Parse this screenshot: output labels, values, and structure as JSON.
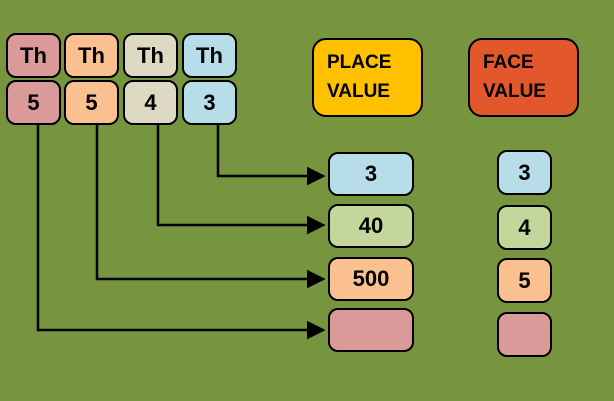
{
  "background": "#77943E",
  "line_color": "#000000",
  "number_columns": [
    {
      "header": "Th",
      "digit": "5",
      "color": "#D99A99"
    },
    {
      "header": "Th",
      "digit": "5",
      "color": "#FAC090"
    },
    {
      "header": "Th",
      "digit": "4",
      "color": "#DDD9C3"
    },
    {
      "header": "Th",
      "digit": "3",
      "color": "#B7DDE8"
    }
  ],
  "place_value": {
    "label_line1": "PLACE",
    "label_line2": "VALUE",
    "header_color": "#FFC000",
    "items": [
      {
        "value": "3",
        "color": "#B7DDE8"
      },
      {
        "value": "40",
        "color": "#C3D69B"
      },
      {
        "value": "500",
        "color": "#FAC090"
      },
      {
        "value": "",
        "color": "#D99A99"
      }
    ]
  },
  "face_value": {
    "label_line1": "FACE",
    "label_line2": "VALUE",
    "header_color": "#E2572B",
    "items": [
      {
        "value": "3",
        "color": "#B7DDE8"
      },
      {
        "value": "4",
        "color": "#C3D69B"
      },
      {
        "value": "5",
        "color": "#FAC090"
      },
      {
        "value": "",
        "color": "#D99A99"
      }
    ]
  }
}
